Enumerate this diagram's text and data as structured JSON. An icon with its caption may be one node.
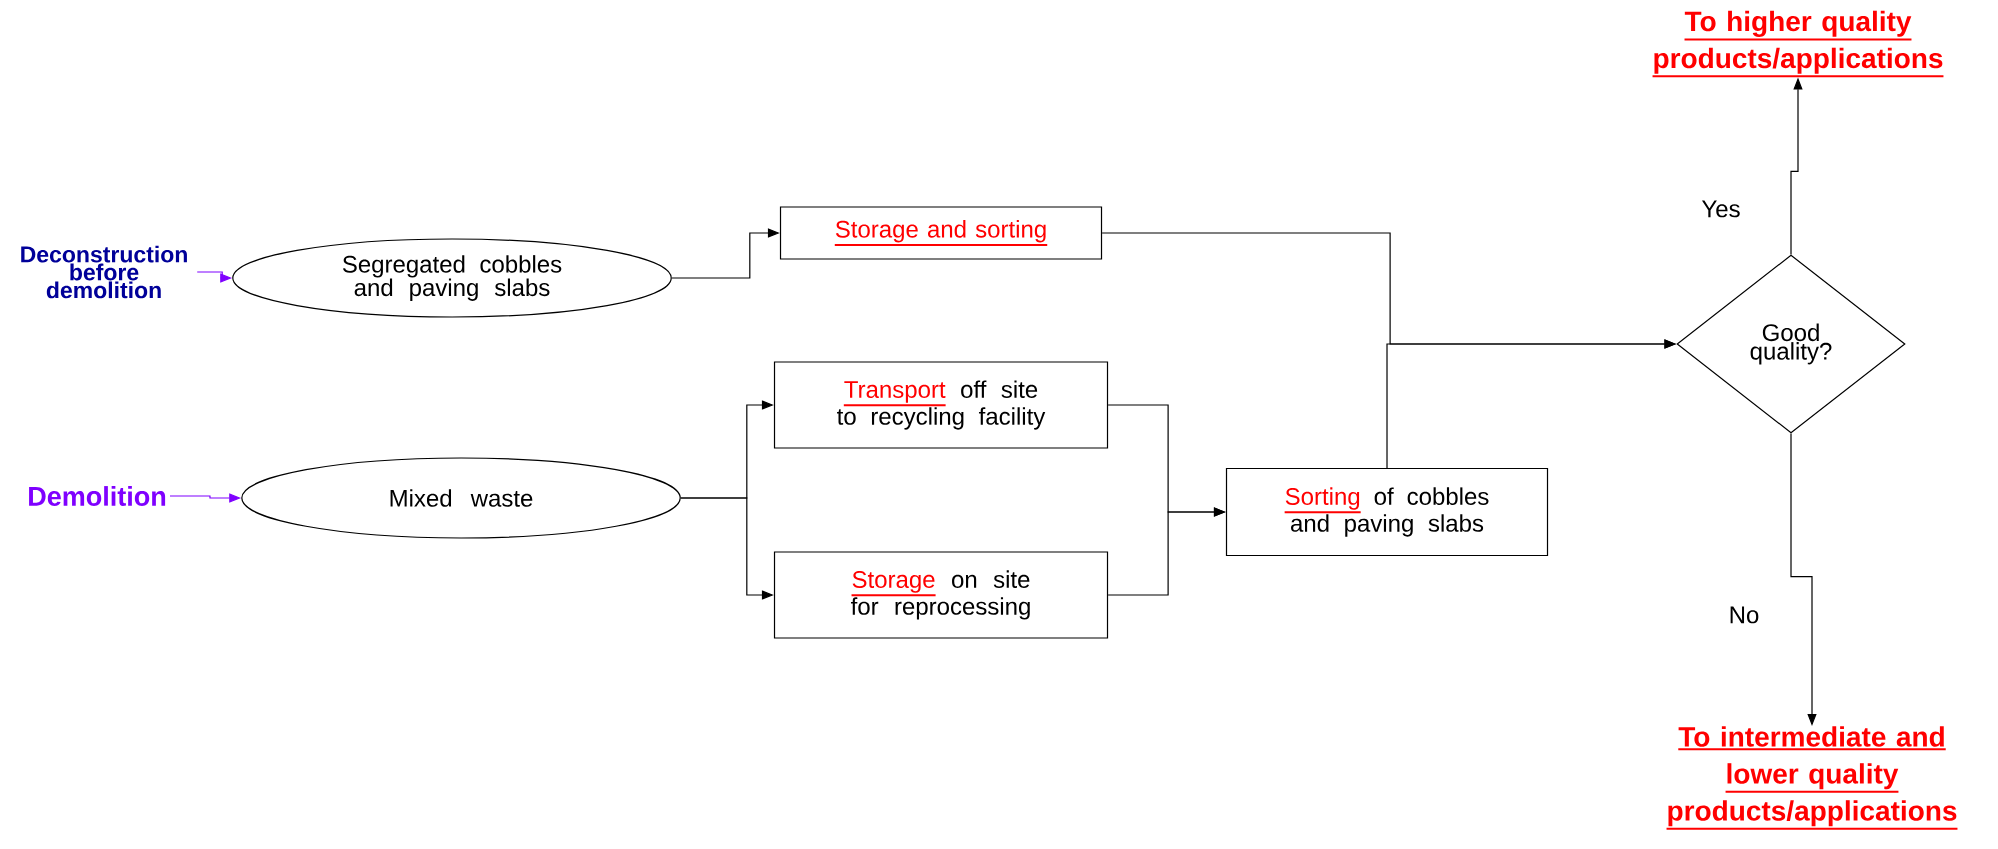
{
  "diagram": {
    "nodes": [
      {
        "text": [
          "Deconstruction before demolition"
        ]
      },
      {
        "text": [
          "Demolition"
        ]
      },
      {
        "text": [
          "Segregated cobbles and paving slabs"
        ]
      },
      {
        "text": [
          "Mixed waste"
        ]
      },
      {
        "text": [
          "Storage and sorting"
        ]
      },
      {
        "text": [
          "Transport",
          "off site to recycling facility"
        ]
      },
      {
        "text": [
          "Storage",
          "on site for reprocessing"
        ]
      },
      {
        "text": [
          "Sorting",
          "of cobbles and paving slabs"
        ]
      },
      {
        "text": [
          "Good quality?"
        ]
      },
      {
        "text": [
          "To higher quality products/applications"
        ]
      },
      {
        "text": [
          "To intermediate and lower quality products/applications"
        ]
      }
    ],
    "edges": [
      {
        "from": 0,
        "to": 2,
        "arrow": "to",
        "color": "#7f00ff"
      },
      {
        "from": 1,
        "to": 3,
        "arrow": "to",
        "color": "#7f00ff"
      },
      {
        "from": 2,
        "to": 4,
        "arrow": "to"
      },
      {
        "from": 3,
        "to": 5,
        "arrow": "to"
      },
      {
        "from": 3,
        "to": 6,
        "arrow": "to"
      },
      {
        "from": 5,
        "to": 7,
        "arrow": "to"
      },
      {
        "from": 6,
        "to": 7,
        "arrow": "to"
      },
      {
        "from": 4,
        "to": 8,
        "arrow": "to"
      },
      {
        "from": 7,
        "to": 8,
        "arrow": "to"
      },
      {
        "from": 8,
        "to": 9,
        "arrow": "to",
        "label": "Yes"
      },
      {
        "from": 8,
        "to": 10,
        "arrow": "to",
        "label": "No"
      }
    ]
  }
}
